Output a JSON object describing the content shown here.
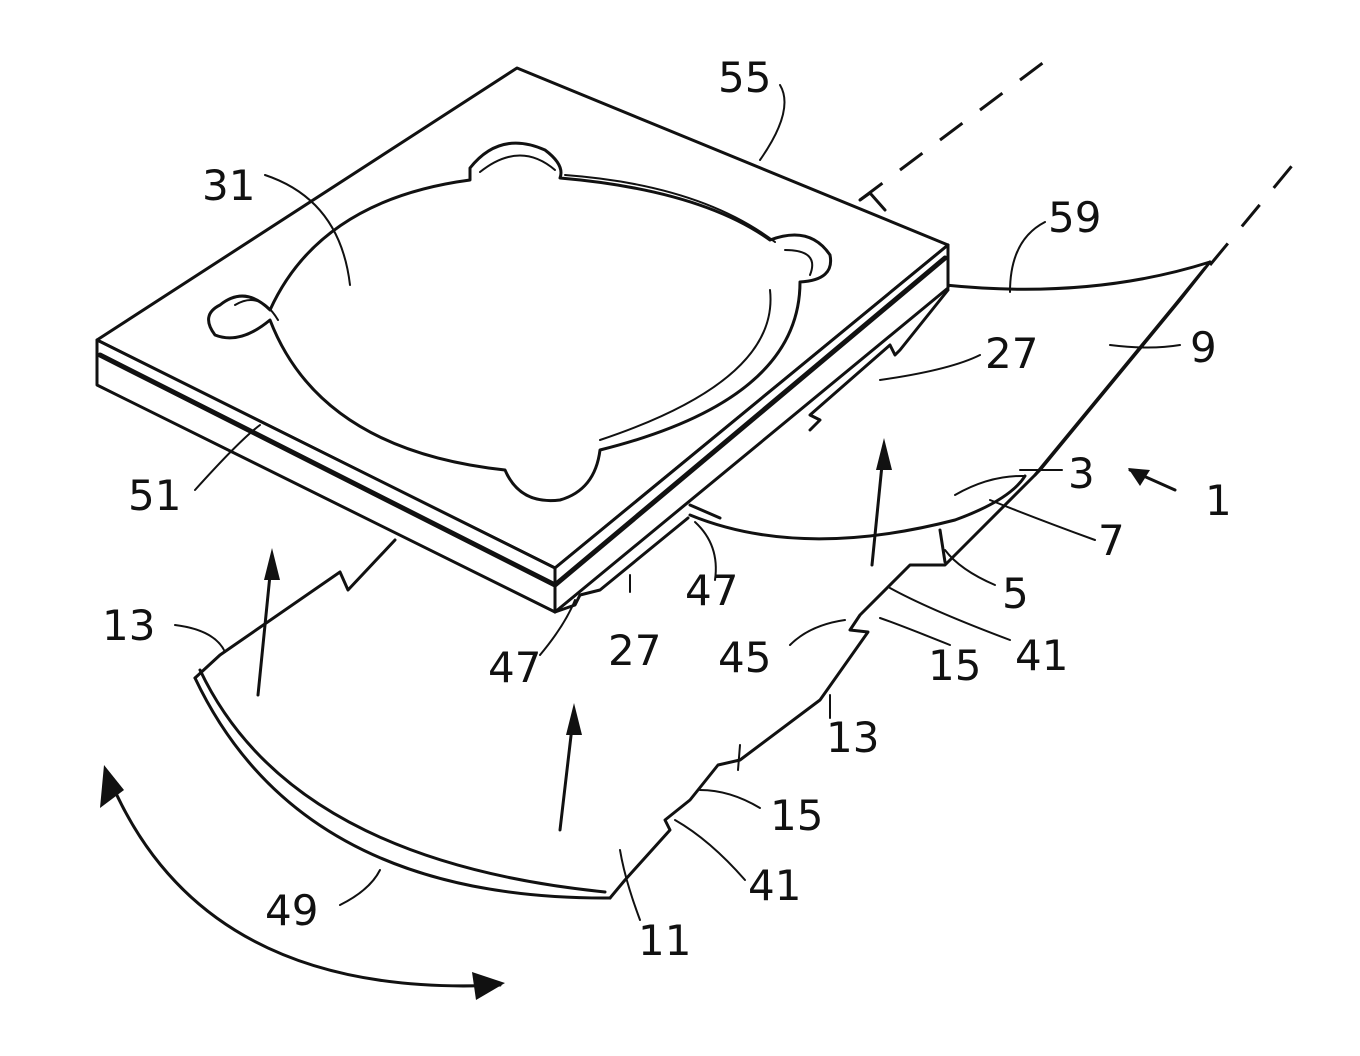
{
  "labels": {
    "l1": "1",
    "l3": "3",
    "l5": "5",
    "l7": "7",
    "l9": "9",
    "l11": "11",
    "l13a": "13",
    "l13b": "13",
    "l15a": "15",
    "l15b": "15",
    "l27a": "27",
    "l27b": "27",
    "l31": "31",
    "l41a": "41",
    "l41b": "41",
    "l45": "45",
    "l47a": "47",
    "l47b": "47",
    "l49": "49",
    "l51": "51",
    "l55": "55",
    "l59": "59"
  }
}
